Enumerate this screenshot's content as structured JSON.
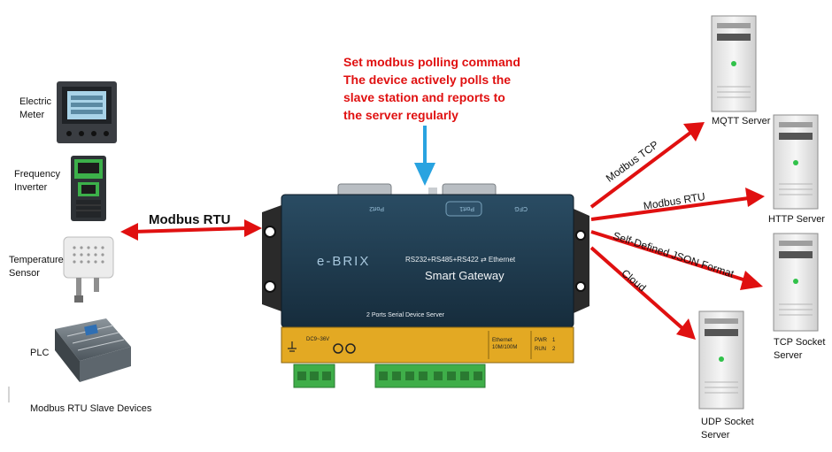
{
  "note": {
    "lines": [
      "Set modbus polling command",
      "The device actively polls the",
      "slave station and reports to",
      "the server regularly"
    ]
  },
  "slaves": {
    "electric_meter": [
      "Electric",
      "Meter"
    ],
    "frequency_inverter": [
      "Frequency",
      "Inverter"
    ],
    "temperature_sensor": [
      "Temperature",
      "Sensor"
    ],
    "plc": "PLC",
    "caption": "Modbus RTU Slave Devices"
  },
  "link_left": "Modbus RTU",
  "links": {
    "modbus_tcp": "Modbus TCP",
    "modbus_rtu": "Modbus RTU",
    "json": "Self-Defined JSON Format",
    "cloud": "Cloud"
  },
  "servers": {
    "mqtt": "MQTT Server",
    "http": "HTTP Server",
    "tcp": [
      "TCP Socket",
      "Server"
    ],
    "udp": [
      "UDP Socket",
      "Server"
    ]
  },
  "gateway": {
    "brand": "e-BRIX",
    "interfaces": "RS232+RS485+RS422 ⇄ Ethernet",
    "name": "Smart Gateway",
    "subtitle": "2 Ports Serial Device Server",
    "port2": "Port2",
    "port1": "Port1",
    "cfg": "CFG",
    "power": "DC9~36V",
    "ethernet": "Ethernet",
    "ethernet_speed": "10M/100M",
    "pwr": "PWR",
    "pwr_num": "1",
    "run": "RUN",
    "run_num": "2"
  },
  "colors": {
    "arrow_red": "#e01010",
    "arrow_blue": "#29a3e0",
    "gateway_body": "#1e3a4f",
    "terminal_green": "#3fae49"
  }
}
